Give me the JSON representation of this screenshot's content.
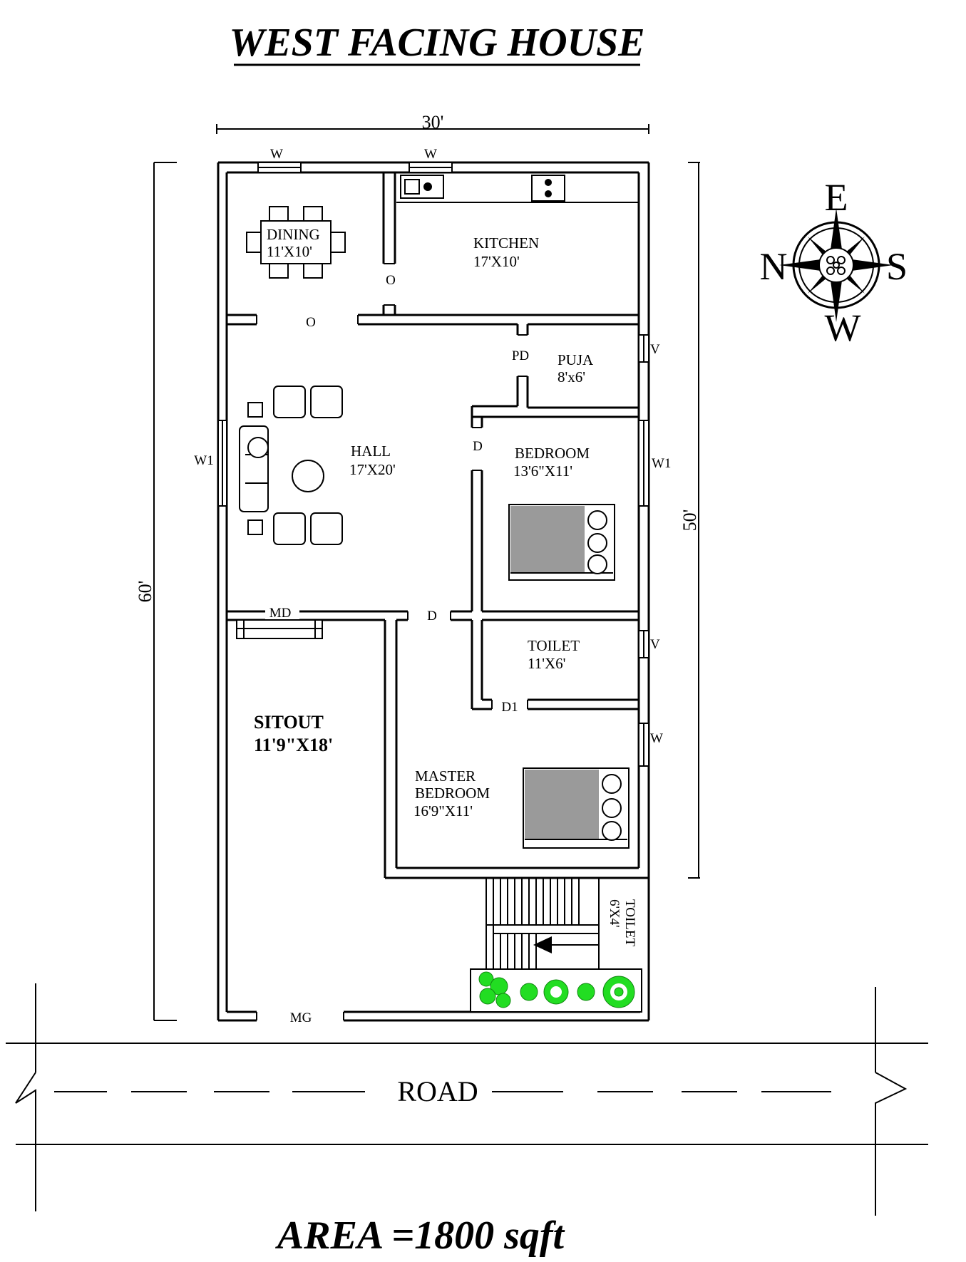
{
  "title": "WEST FACING HOUSE",
  "area_label": "AREA =1800 sqft",
  "road_label": "ROAD",
  "dimensions": {
    "width": "30'",
    "depth_left": "60'",
    "depth_right": "50'"
  },
  "compass": {
    "east": "E",
    "west": "W",
    "north": "N",
    "south": "S"
  },
  "rooms": {
    "dining": {
      "name": "DINING",
      "size": "11'X10'"
    },
    "kitchen": {
      "name": "KITCHEN",
      "size": "17'X10'"
    },
    "puja": {
      "name": "PUJA",
      "size": "8'x6'"
    },
    "hall": {
      "name": "HALL",
      "size": "17'X20'"
    },
    "bedroom": {
      "name": "BEDROOM",
      "size": "13'6\"X11'"
    },
    "toilet": {
      "name": "TOILET",
      "size": "11'X6'"
    },
    "sitout": {
      "name": "SITOUT",
      "size": "11'9\"X18'"
    },
    "master_bedroom": {
      "name_line1": "MASTER",
      "name_line2": "BEDROOM",
      "size": "16'9\"X11'"
    },
    "toilet_small": {
      "name": "TOILET",
      "size": "6'X4'"
    }
  },
  "openings": {
    "w_top_left": "W",
    "w_top_right": "W",
    "o_kitchen": "O",
    "o_hall": "O",
    "pd": "PD",
    "v_puja": "V",
    "w1_left": "W1",
    "w1_right": "W1",
    "d_bedroom": "D",
    "md": "MD",
    "d_passage": "D",
    "v_toilet": "V",
    "d1": "D1",
    "w_master": "W",
    "mg": "MG"
  }
}
